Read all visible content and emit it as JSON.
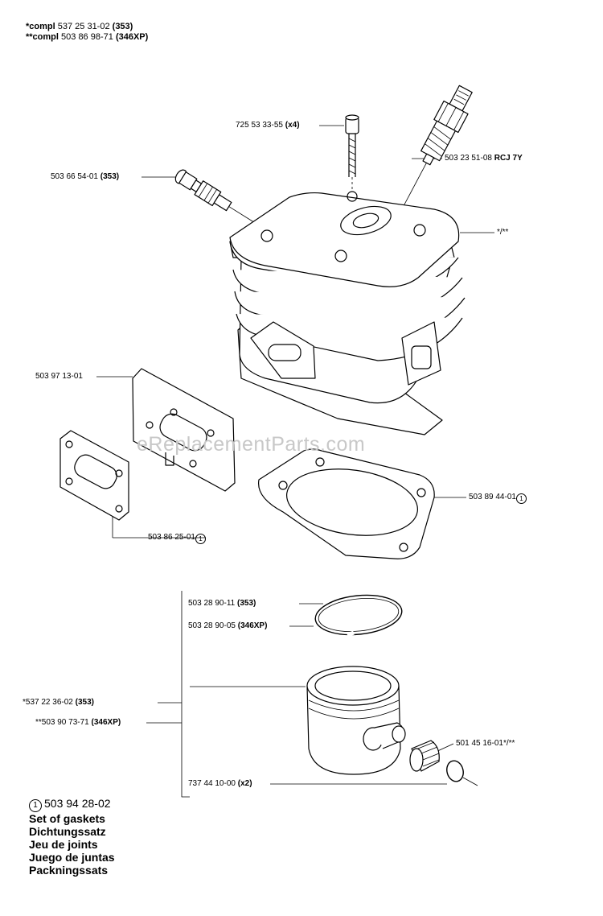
{
  "header": {
    "line1": {
      "prefix": "*compl",
      "number": "537 25 31-02",
      "model": "(353)"
    },
    "line2": {
      "prefix": "**compl",
      "number": "503 86 98-71",
      "model": "(346XP)"
    }
  },
  "labels": {
    "screw": {
      "number": "725 53 33-55",
      "qty": "(x4)"
    },
    "decomp_valve": {
      "number": "503 66 54-01",
      "model": "(353)"
    },
    "spark_plug": {
      "number": "503 23 51-08",
      "type": "RCJ 7Y"
    },
    "cylinder": {
      "text": "*/**"
    },
    "gasket_plate": {
      "number": "503 97 13-01"
    },
    "exhaust_gasket": {
      "number": "503 86 25-01",
      "ref": "1"
    },
    "base_gasket": {
      "number": "503 89 44-01",
      "ref": "1"
    },
    "ring_353": {
      "number": "503 28 90-11",
      "model": "(353)"
    },
    "ring_346": {
      "number": "503 28 90-05",
      "model": "(346XP)"
    },
    "piston_353": {
      "number": "*537 22 36-02",
      "model": "(353)"
    },
    "piston_346": {
      "number": "**503 90 73-71",
      "model": "(346XP)"
    },
    "needle_bearing": {
      "number": "501 45 16-01*/**"
    },
    "circlip": {
      "number": "737 44 10-00",
      "qty": "(x2)"
    }
  },
  "legend": {
    "ref": "1",
    "number": "503 94 28-02",
    "names": [
      "Set of gaskets",
      "Dichtungssatz",
      "Jeu de joints",
      "Juego de juntas",
      "Packningssats"
    ]
  },
  "watermark": "eReplacementParts.com"
}
